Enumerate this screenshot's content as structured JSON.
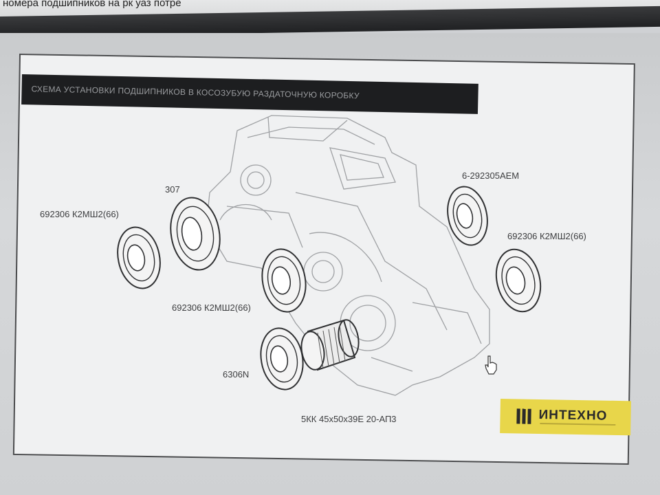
{
  "browser": {
    "partial_title": "номера подшипников на рк уаз потре"
  },
  "diagram": {
    "title": "СХЕМА УСТАНОВКИ ПОДШИПНИКОВ В КОСОЗУБУЮ РАЗДАТОЧНУЮ КОРОБКУ",
    "labels": {
      "bearing_left": "692306 К2МШ2(66)",
      "bearing_307": "307",
      "bearing_center": "692306 К2МШ2(66)",
      "bearing_6306n": "6306N",
      "bearing_top_right": "6-292305АЕМ",
      "bearing_right": "692306 К2МШ2(66)",
      "needle_bearing": "5КК 45х50х39Е 20-АП3"
    }
  },
  "logo": {
    "text": "ИНТЕХНО",
    "brand_color": "#e8d64a"
  }
}
